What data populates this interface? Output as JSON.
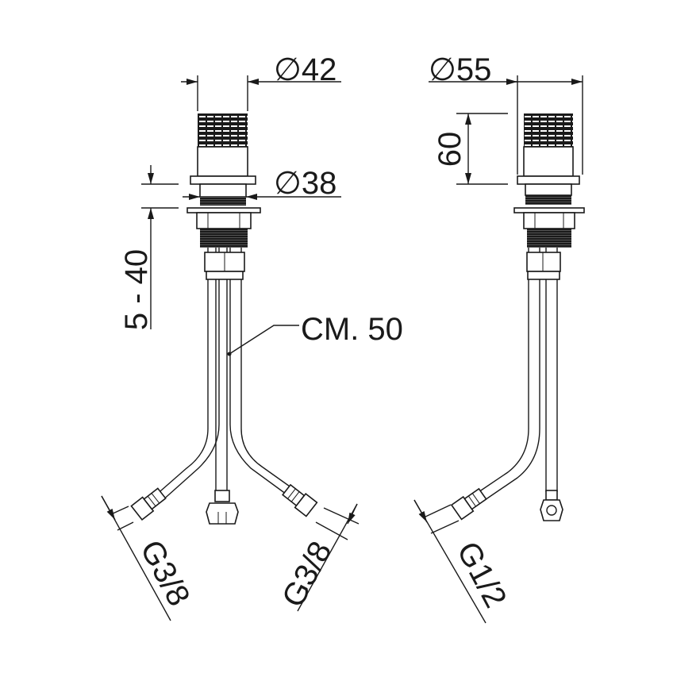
{
  "left_view": {
    "knob_diameter": "∅42",
    "flange_diameter": "∅38",
    "mounting_range": "5 - 40",
    "hose_length": "CM. 50",
    "left_connection": "G3/8",
    "right_connection": "G3/8"
  },
  "right_view": {
    "knob_diameter": "∅55",
    "height": "60",
    "connection": "G1/2"
  }
}
